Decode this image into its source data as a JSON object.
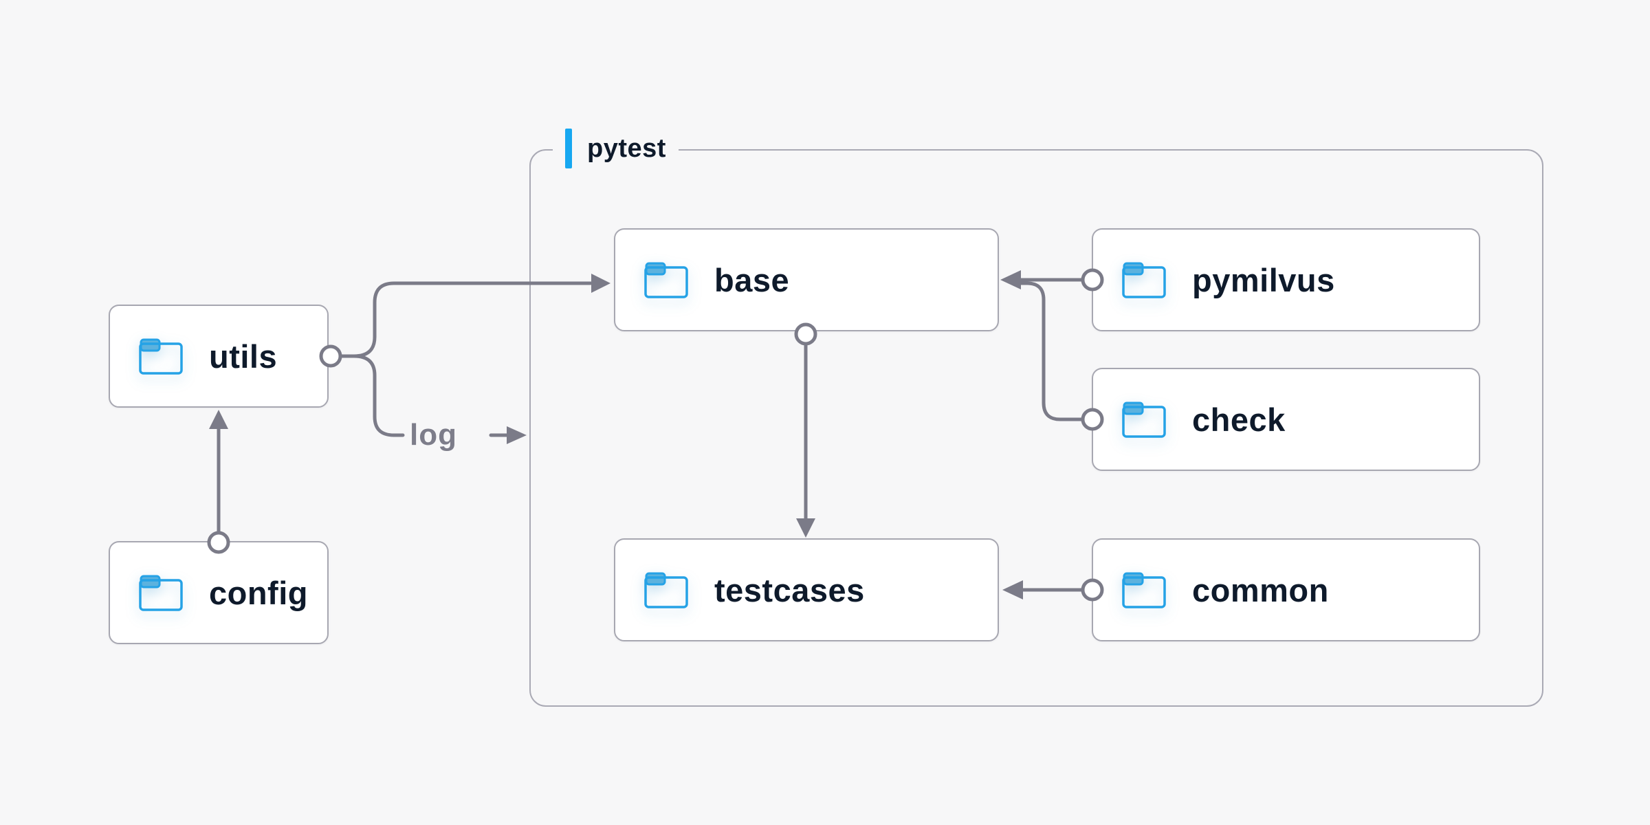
{
  "group": {
    "label": "pytest"
  },
  "nodes": {
    "utils": {
      "label": "utils"
    },
    "config": {
      "label": "config"
    },
    "base": {
      "label": "base"
    },
    "testcases": {
      "label": "testcases"
    },
    "pymilvus": {
      "label": "pymilvus"
    },
    "check": {
      "label": "check"
    },
    "common": {
      "label": "common"
    }
  },
  "edge_labels": {
    "log": "log"
  },
  "edges": [
    {
      "from": "config",
      "to": "utils",
      "label": ""
    },
    {
      "from": "utils",
      "to": "base",
      "label": ""
    },
    {
      "from": "utils",
      "to": "pytest-group",
      "label": "log"
    },
    {
      "from": "pymilvus",
      "to": "base",
      "label": ""
    },
    {
      "from": "check",
      "to": "base",
      "label": ""
    },
    {
      "from": "base",
      "to": "testcases",
      "label": ""
    },
    {
      "from": "common",
      "to": "testcases",
      "label": ""
    }
  ],
  "icons": {
    "node_icon": "folder-icon"
  },
  "colors": {
    "background": "#f7f7f8",
    "accent_blue": "#17a8f1",
    "folder_blue": "#25a2e6",
    "text_navy": "#0e1a2b",
    "connector_gray": "#7b7b88",
    "border_gray": "#a7a7b1"
  }
}
